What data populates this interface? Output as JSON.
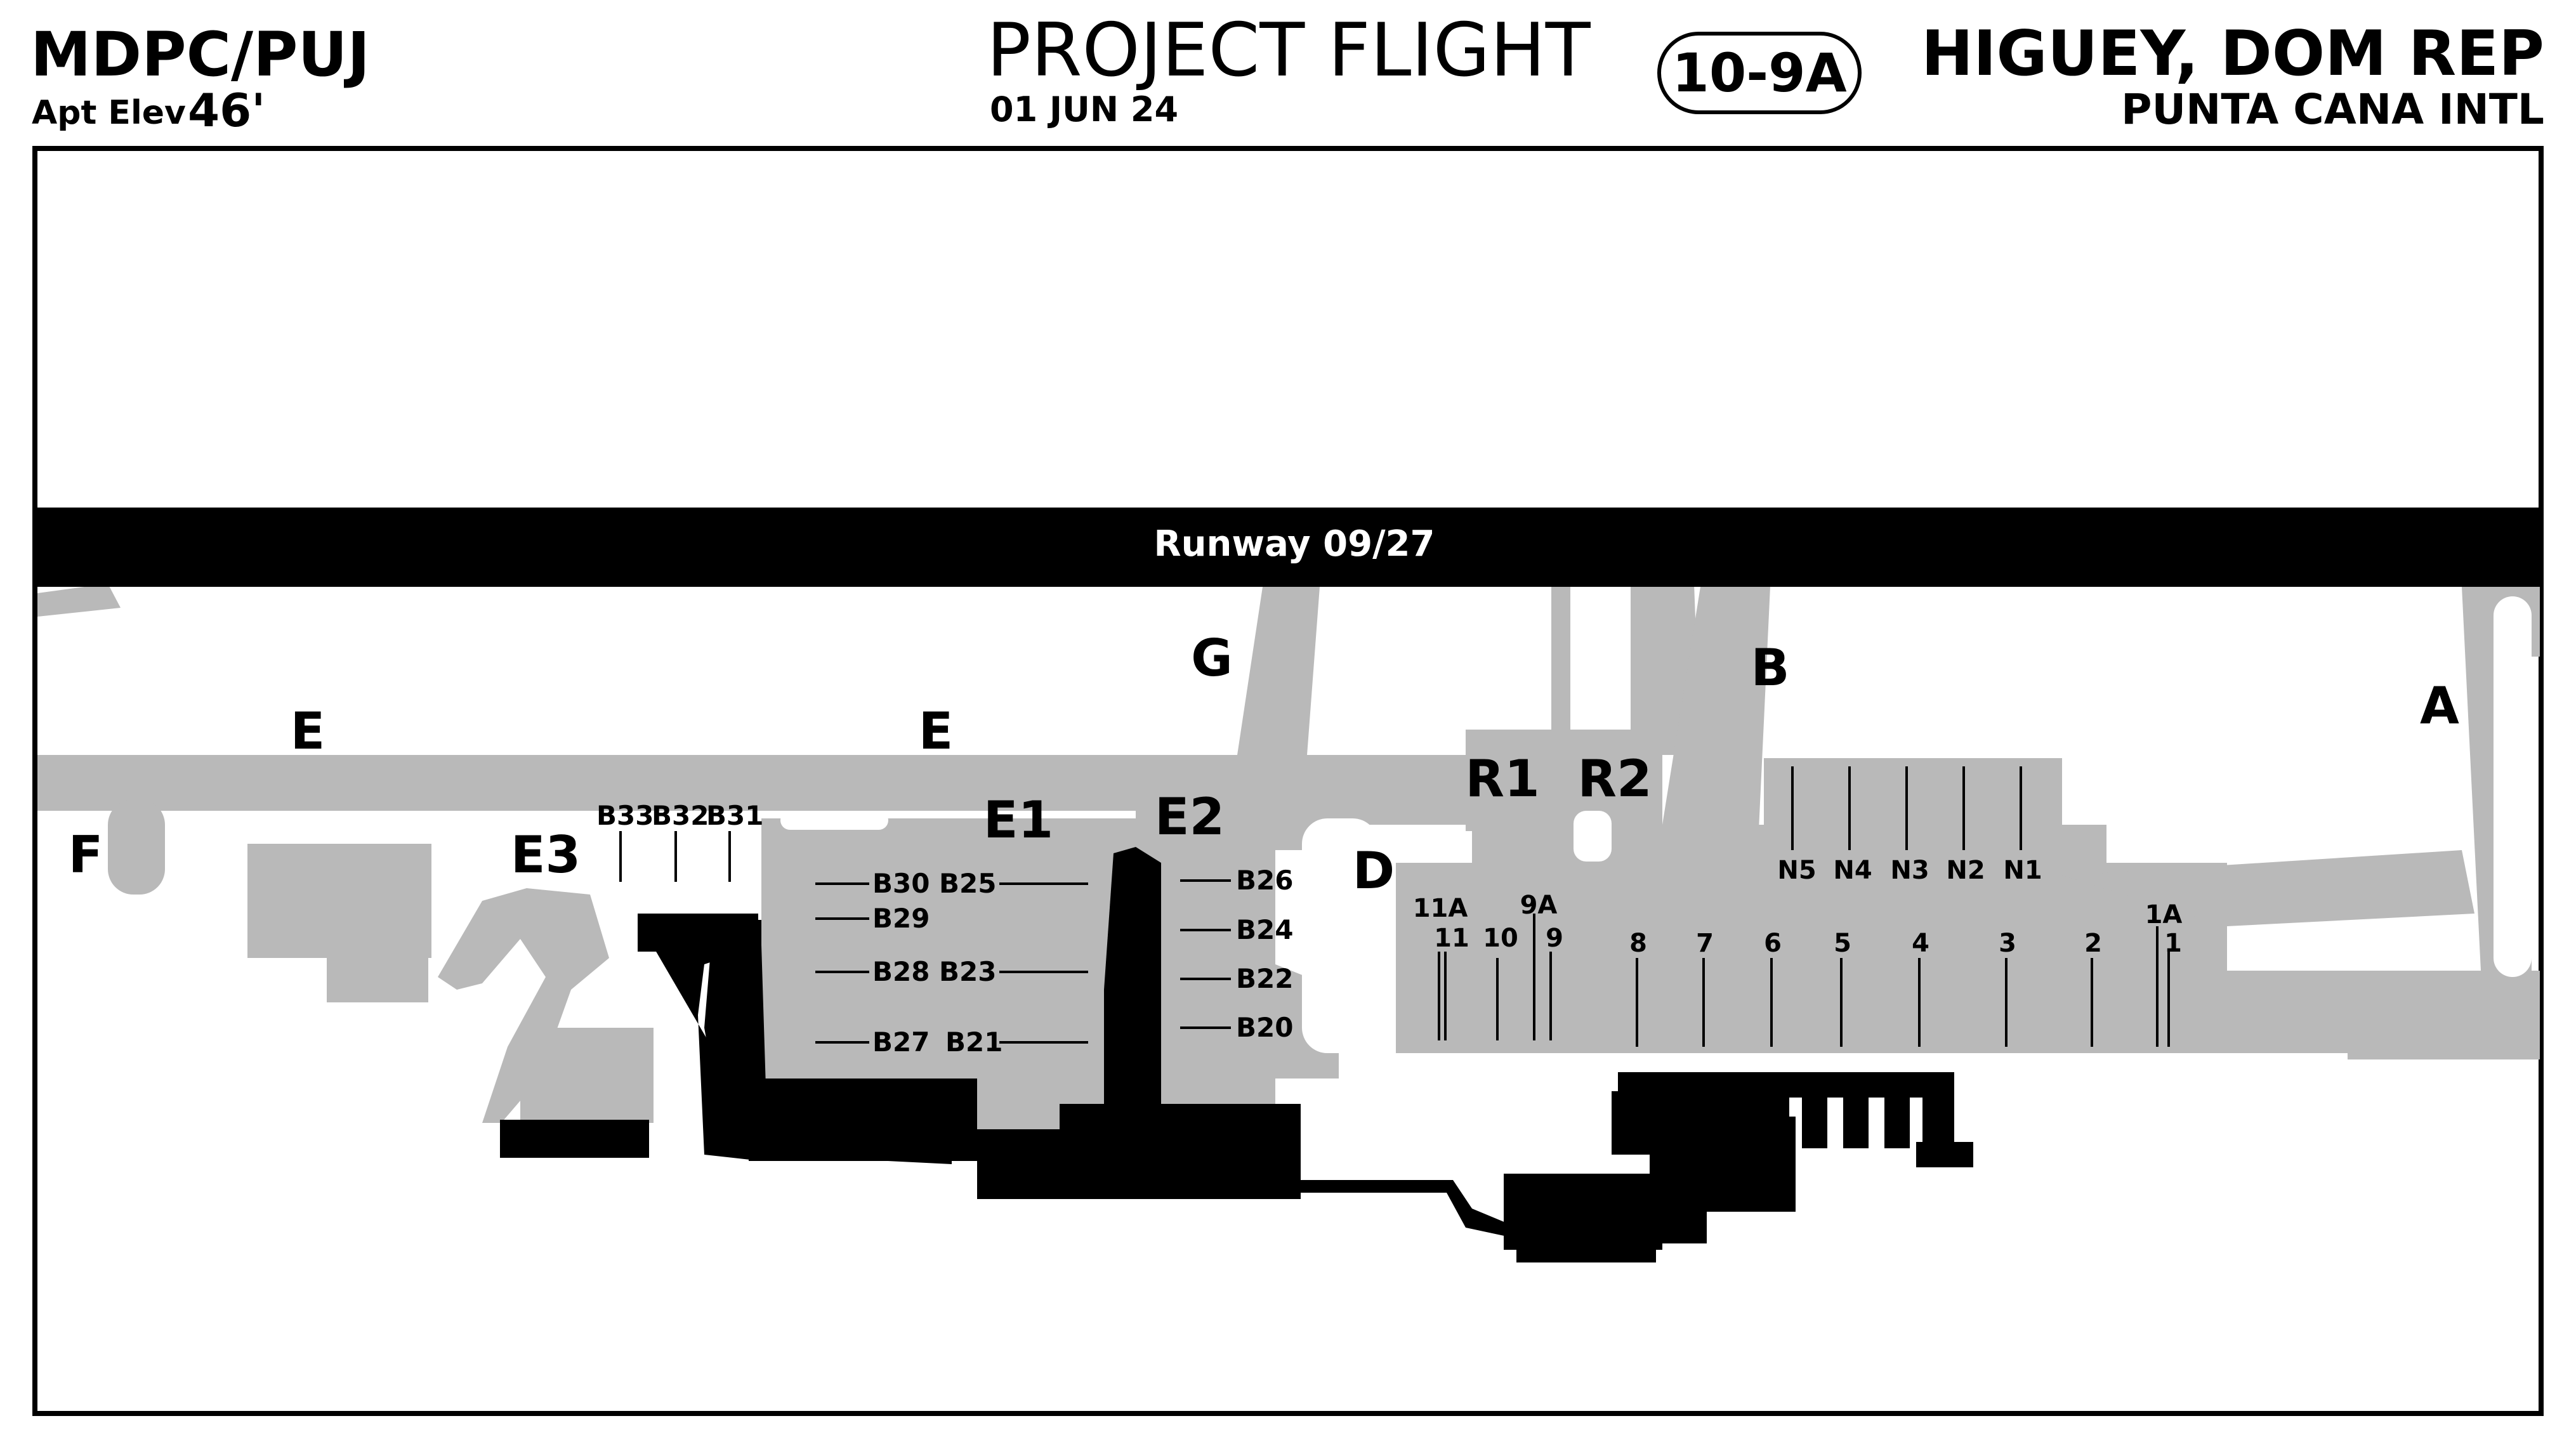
{
  "header": {
    "icao_iata": "MDPC/PUJ",
    "elev_label": "Apt Elev",
    "elev_value": "46'",
    "title": "PROJECT FLIGHT",
    "date": "01 JUN 24",
    "chart_id": "10-9A",
    "city": "HIGUEY, DOM REP",
    "airport": "PUNTA CANA INTL"
  },
  "runway": {
    "label": "Runway 09/27"
  },
  "taxiways": [
    "E",
    "E",
    "G",
    "B",
    "A",
    "F",
    "E3",
    "E1",
    "E2",
    "D",
    "R1",
    "R2"
  ],
  "gates_left": [
    "B30",
    "B29",
    "B28",
    "B27",
    "B26",
    "B25",
    "B23",
    "B21"
  ],
  "gates_top": [
    "B33",
    "B32",
    "B31"
  ],
  "gates_right": [
    "B26",
    "B24",
    "B22",
    "B20"
  ],
  "stands_north": [
    "N5",
    "N4",
    "N3",
    "N2",
    "N1"
  ],
  "stands_south": [
    "11A",
    "11",
    "10",
    "9A",
    "9",
    "8",
    "7",
    "6",
    "5",
    "4",
    "3",
    "2",
    "1A",
    "1"
  ],
  "colors": {
    "pavement": "#b9b9b9",
    "building": "#000000",
    "runway": "#000000",
    "background": "#ffffff"
  }
}
